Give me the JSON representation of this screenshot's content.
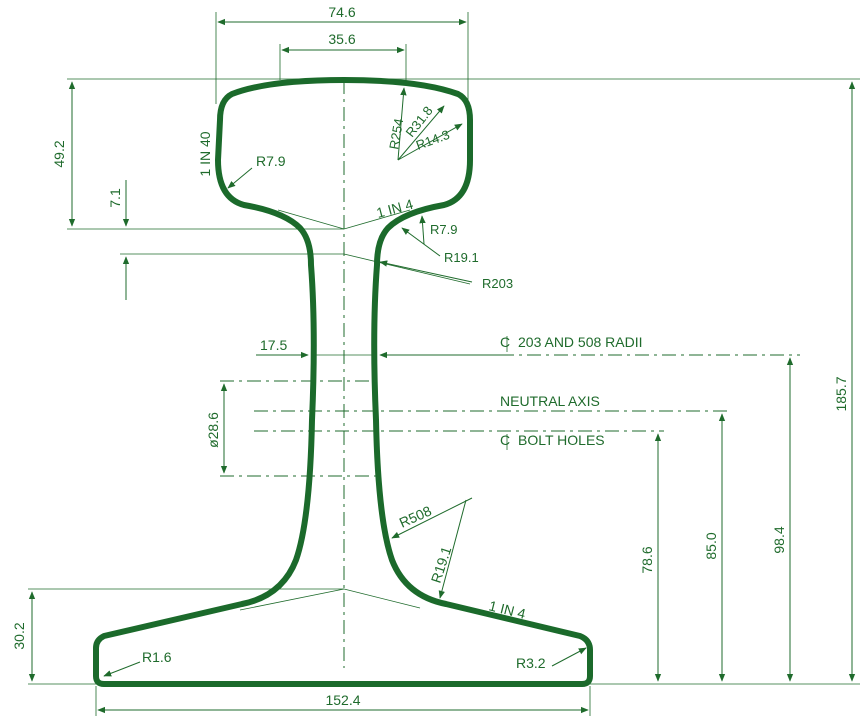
{
  "colors": {
    "line": "#1f6b2c",
    "profile": "#1b6a2b",
    "background": "#ffffff"
  },
  "dimensions": {
    "head_width": "74.6",
    "crown_width": "35.6",
    "head_depth": "49.2",
    "head_taper_drop": "7.1",
    "head_taper": "1 IN 40",
    "head_corner_radius": "R7.9",
    "crown_radius_1": "R254",
    "crown_radius_2": "R31.8",
    "crown_radius_3": "R14.3",
    "head_underside_slope": "1 IN 4",
    "fillet_radius_upper": "R7.9",
    "fillet_radius_head": "R19.1",
    "web_radius_upper": "R203",
    "web_thickness": "17.5",
    "radii_centre_label": "203 AND 508 RADII",
    "neutral_axis_label": "NEUTRAL AXIS",
    "bolt_holes_label": "BOLT HOLES",
    "bolt_hole_diameter": "ø28.6",
    "web_radius_lower": "R508",
    "fillet_radius_foot": "R19.1",
    "foot_slope": "1 IN 4",
    "foot_depth": "30.2",
    "foot_toe_radius_left": "R1.6",
    "foot_toe_radius_right": "R3.2",
    "foot_width": "152.4",
    "bolt_holes_height": "78.6",
    "neutral_axis_height": "85.0",
    "radii_centre_height": "98.4",
    "overall_height": "185.7"
  },
  "centreline_symbol": "C"
}
